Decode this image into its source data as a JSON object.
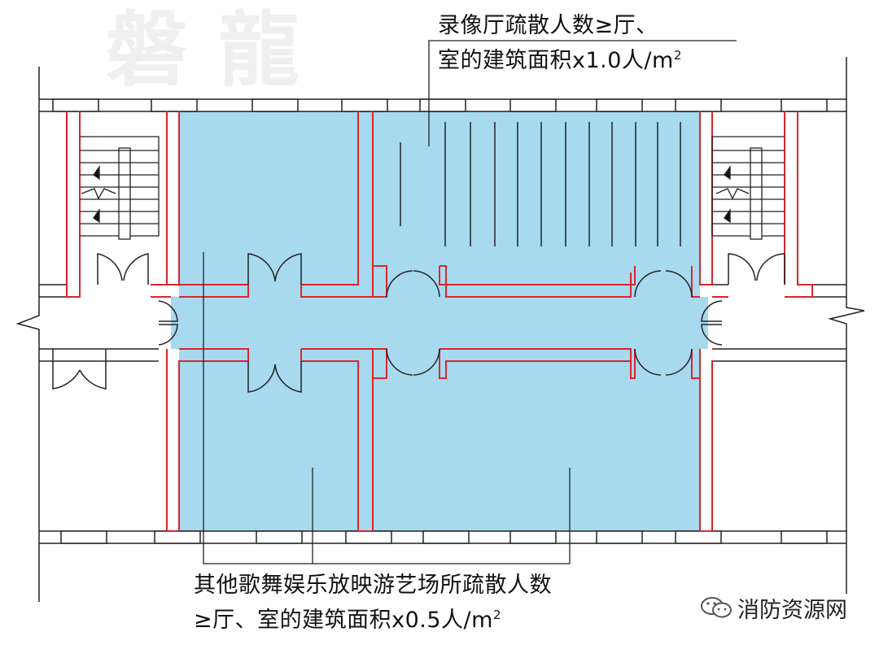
{
  "brand_mark": "磐龍",
  "annotation_top": {
    "line1": "录像厅疏散人数≥厅、",
    "line2_text": "室的建筑面积x1.0人/m",
    "line2_sup": "2"
  },
  "annotation_bottom": {
    "line1": "其他歌舞娱乐放映游艺场所疏散人数",
    "line2_text": "≥厅、室的建筑面积x0.5人/m",
    "line2_sup": "2"
  },
  "watermark": {
    "icon": "wechat-icon",
    "text": "消防资源网"
  },
  "colors": {
    "room_fill": "#a7d9ef",
    "fire_wall": "#d9262c",
    "line": "#222222",
    "window_fill": "#ffffff"
  }
}
